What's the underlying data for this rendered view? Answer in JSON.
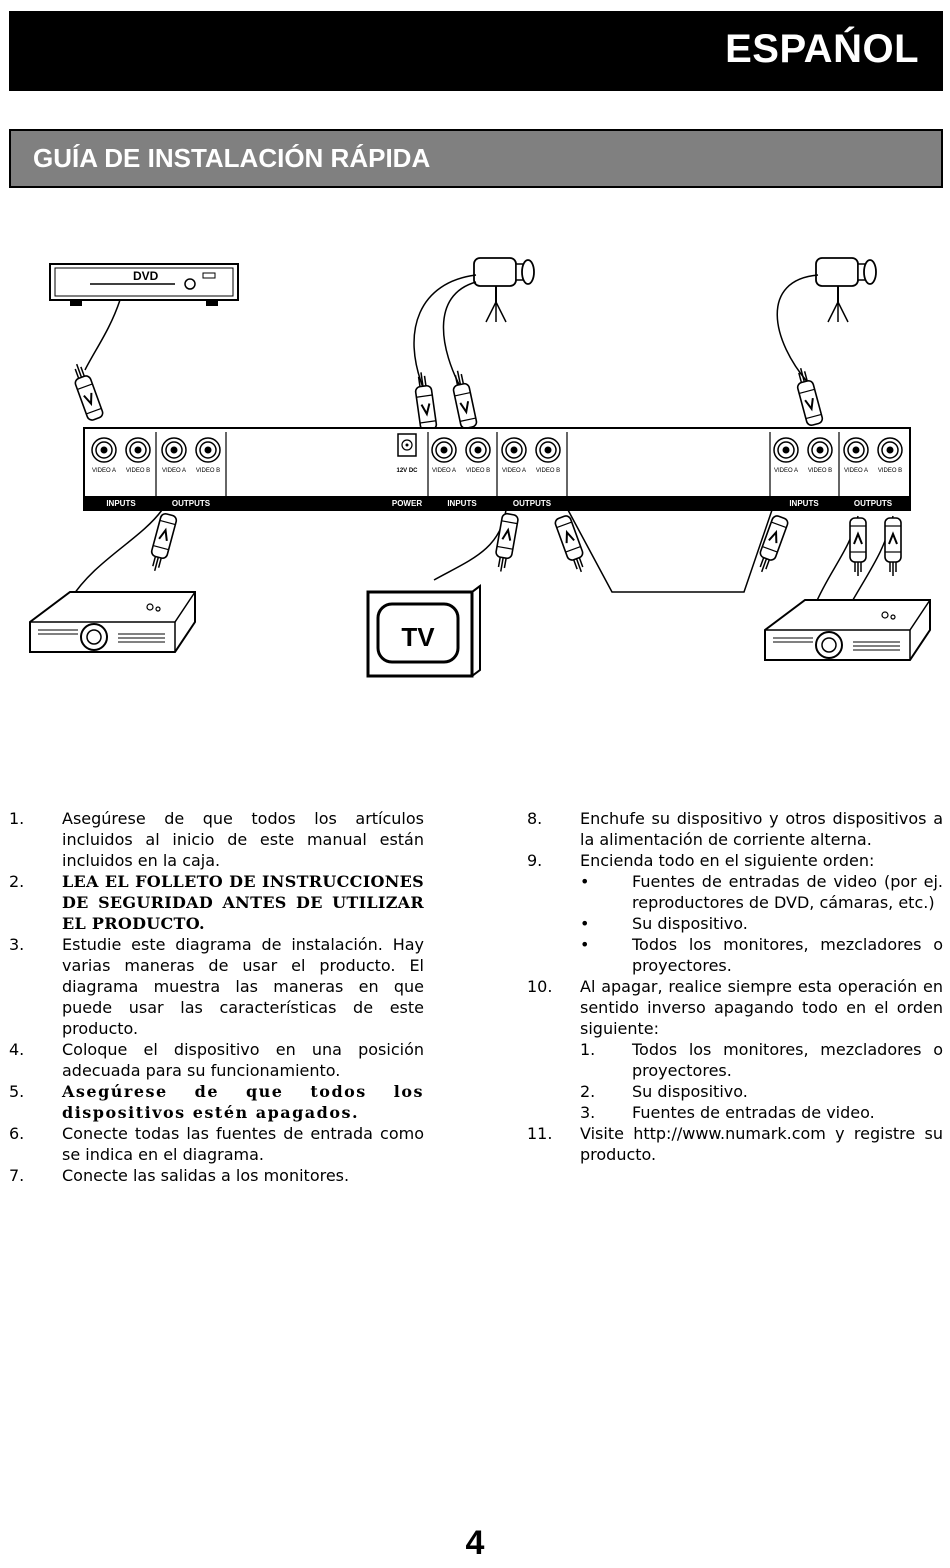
{
  "header": {
    "language": "ESPAŃOL"
  },
  "subheader": {
    "title": "GUÍA DE INSTALACIÓN RÁPIDA"
  },
  "diagram": {
    "dvd_label": "DVD",
    "tv_label": "TV",
    "plug_mark": "V",
    "dc_label": "12V DC",
    "jack_labels": [
      "VIDEO A",
      "VIDEO B"
    ],
    "groups": {
      "inputs": "INPUTS",
      "outputs": "OUTPUTS",
      "power": "POWER"
    }
  },
  "steps_left": [
    {
      "n": "1.",
      "text": "Asegúrese de que todos los artículos incluidos al inicio de este manual están incluidos en la caja."
    },
    {
      "n": "2.",
      "bold": "LEA EL FOLLETO DE INSTRUCCIONES DE SEGURIDAD ANTES DE UTILIZAR EL PRODUCTO."
    },
    {
      "n": "3.",
      "text": "Estudie este diagrama de instalación. Hay varias maneras de usar el producto. El diagrama muestra las maneras en que puede usar las características de este producto."
    },
    {
      "n": "4.",
      "text": "Coloque el dispositivo en una posición adecuada para su funcionamiento."
    },
    {
      "n": "5.",
      "bold": "Asegúrese de que todos los dispositivos estén apagados."
    },
    {
      "n": "6.",
      "text": "Conecte todas las fuentes de entrada como se indica en el diagrama."
    },
    {
      "n": "7.",
      "text": "Conecte las salidas a los monitores."
    }
  ],
  "steps_right": {
    "s8": {
      "n": "8.",
      "text": "Enchufe su dispositivo y otros dispositivos a la alimentación de corriente alterna."
    },
    "s9": {
      "n": "9.",
      "text": "Encienda todo en el siguiente orden:",
      "bullets": [
        "Fuentes de entradas de video (por ej. reproductores de DVD, cámaras, etc.)",
        "Su dispositivo.",
        "Todos los monitores, mezcladores o proyectores."
      ]
    },
    "s10": {
      "n": "10.",
      "text": "Al apagar, realice siempre esta operación en sentido inverso apagando todo en el orden siguiente:",
      "subs": [
        {
          "n": "1.",
          "text": "Todos los monitores, mezcladores o proyectores."
        },
        {
          "n": "2.",
          "text": "Su dispositivo."
        },
        {
          "n": "3.",
          "text": "Fuentes de entradas de video."
        }
      ]
    },
    "s11": {
      "n": "11.",
      "text": "Visite http://www.numark.com y registre su producto."
    }
  },
  "page_number": "4"
}
